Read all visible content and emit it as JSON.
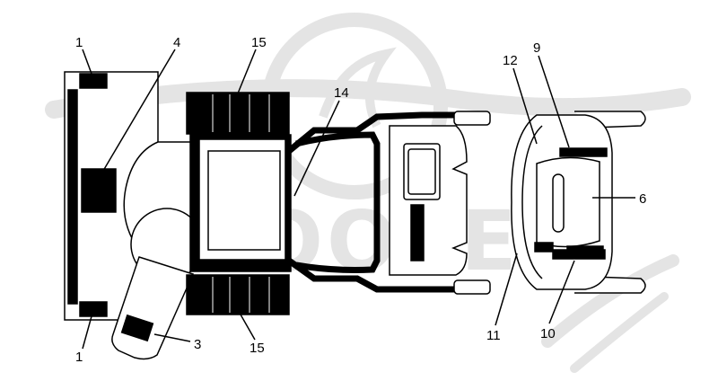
{
  "diagram": {
    "callouts": [
      {
        "id": "c1-top",
        "label": "1"
      },
      {
        "id": "c4",
        "label": "4"
      },
      {
        "id": "c15-top",
        "label": "15"
      },
      {
        "id": "c14",
        "label": "14"
      },
      {
        "id": "c12",
        "label": "12"
      },
      {
        "id": "c9",
        "label": "9"
      },
      {
        "id": "c6",
        "label": "6"
      },
      {
        "id": "c11",
        "label": "11"
      },
      {
        "id": "c10",
        "label": "10"
      },
      {
        "id": "c3",
        "label": "3"
      },
      {
        "id": "c15-bottom",
        "label": "15"
      },
      {
        "id": "c1-bottom",
        "label": "1"
      }
    ]
  },
  "watermark": {
    "text": "SCOOTER",
    "color": "#e4e4e4"
  },
  "colors": {
    "ink": "#000000",
    "paper": "#ffffff"
  }
}
